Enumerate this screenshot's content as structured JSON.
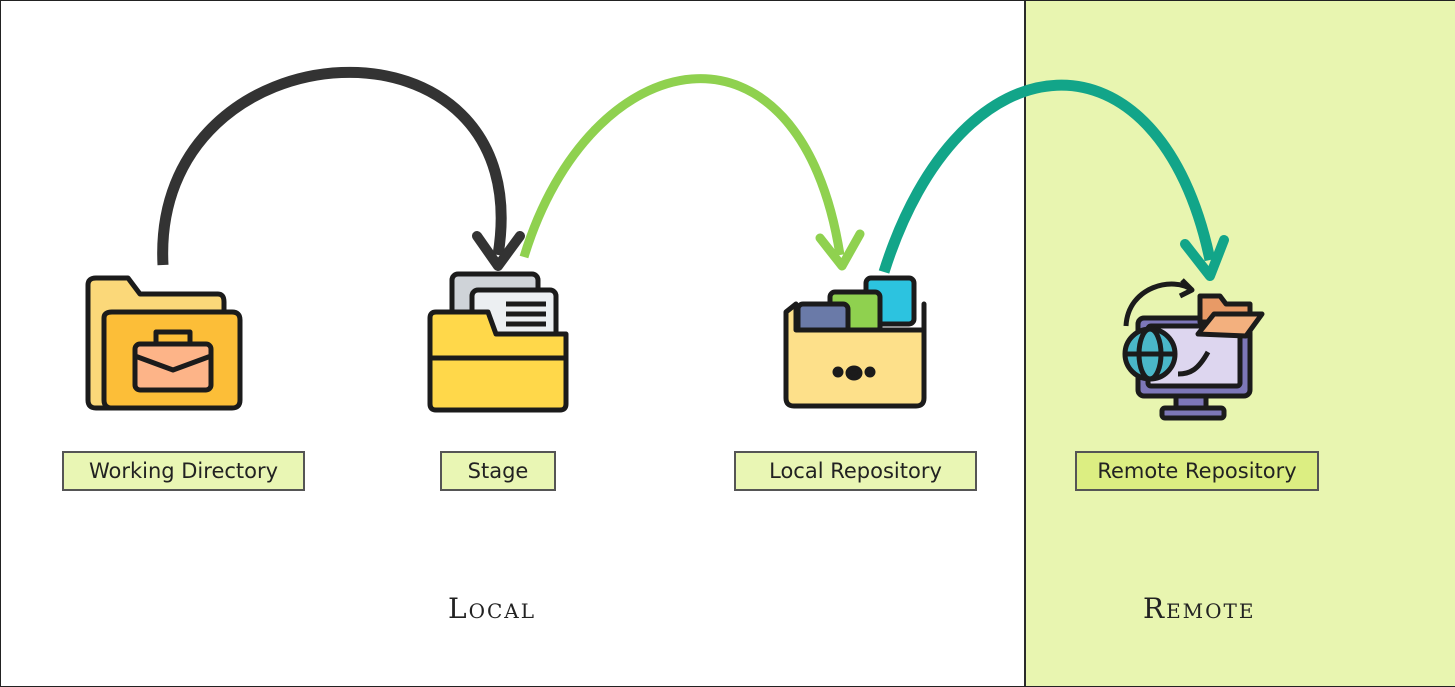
{
  "nodes": {
    "working_directory": "Working Directory",
    "stage": "Stage",
    "local_repository": "Local Repository",
    "remote_repository": "Remote Repository"
  },
  "zones": {
    "local": "Local",
    "remote": "Remote"
  },
  "colors": {
    "arrow_add": "#333333",
    "arrow_commit": "#8fd14f",
    "arrow_push": "#12a589",
    "remote_background": "#e8f5b0",
    "label_background": "#e9f6b4"
  },
  "icons": {
    "working_directory": "briefcase-folder-icon",
    "stage": "document-folder-icon",
    "local_repository": "smiling-folder-icon",
    "remote_repository": "globe-monitor-icon"
  }
}
